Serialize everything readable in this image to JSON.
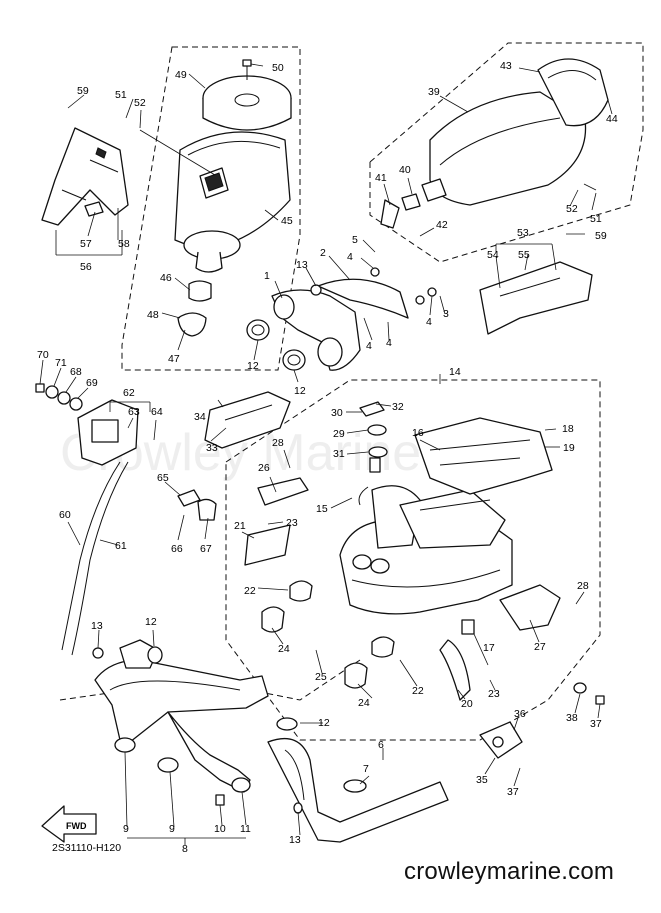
{
  "watermark": "Crowley Marine",
  "diagram_code": "2S31110-H120",
  "site": "crowleymarine.com",
  "fwd_label": "FWD",
  "callouts": [
    "1",
    "2",
    "3",
    "4",
    "5",
    "6",
    "7",
    "8",
    "9",
    "10",
    "11",
    "12",
    "13",
    "14",
    "15",
    "16",
    "17",
    "18",
    "19",
    "20",
    "21",
    "22",
    "23",
    "24",
    "25",
    "26",
    "27",
    "28",
    "29",
    "30",
    "31",
    "32",
    "33",
    "34",
    "35",
    "36",
    "37",
    "38",
    "39",
    "40",
    "41",
    "42",
    "43",
    "44",
    "45",
    "46",
    "47",
    "48",
    "49",
    "50",
    "51",
    "52",
    "53",
    "54",
    "55",
    "56",
    "57",
    "58",
    "59",
    "60",
    "61",
    "62",
    "63",
    "64",
    "65",
    "66",
    "67",
    "68",
    "69",
    "70",
    "71"
  ]
}
